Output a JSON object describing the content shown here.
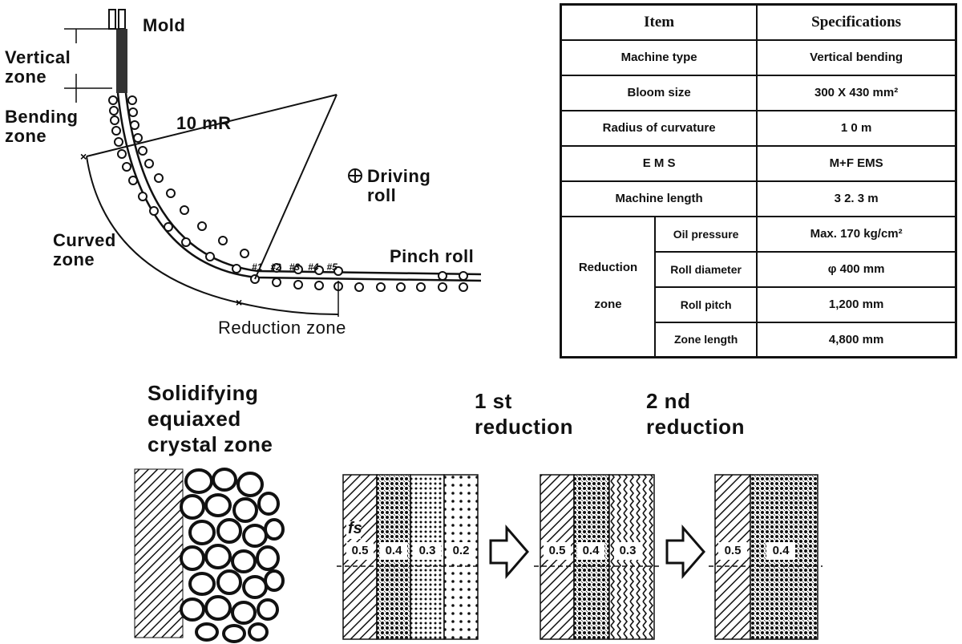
{
  "caster": {
    "mold_label": "Mold",
    "vertical_zone_label": "Vertical zone",
    "bending_zone_label": "Bending zone",
    "radius_label": "10 mR",
    "driving_roll_label": "Driving roll",
    "curved_zone_label": "Curved zone",
    "pinch_roll_label": "Pinch roll",
    "reduction_zone_label": "Reduction zone",
    "roll_numbers": [
      "#1",
      "#2",
      "#3",
      "#4",
      "#5"
    ]
  },
  "spec_table": {
    "headers": [
      "Item",
      "Specifications"
    ],
    "rows": [
      {
        "item": "Machine type",
        "spec": "Vertical bending"
      },
      {
        "item": "Bloom size",
        "spec": "300 X 430 mm²"
      },
      {
        "item": "Radius of curvature",
        "spec": "1 0 m"
      },
      {
        "item": "E M S",
        "spec": "M+F EMS"
      },
      {
        "item": "Machine length",
        "spec": "3 2. 3 m"
      }
    ],
    "reduction_group": "Reduction zone",
    "reduction_rows": [
      {
        "item": "Oil pressure",
        "spec": "Max. 170 kg/cm²"
      },
      {
        "item": "Roll diameter",
        "spec": "φ 400 mm"
      },
      {
        "item": "Roll pitch",
        "spec": "1,200 mm"
      },
      {
        "item": "Zone length",
        "spec": "4,800 mm"
      }
    ]
  },
  "solidification": {
    "equiaxed_label": "Solidifying equiaxed crystal zone",
    "first_reduction_label": "1 st reduction",
    "second_reduction_label": "2 nd reduction",
    "fs_label": "fs",
    "initial_fractions": [
      "0.5",
      "0.4",
      "0.3",
      "0.2"
    ],
    "after_first_fractions": [
      "0.5",
      "0.4",
      "0.3"
    ],
    "after_second_fractions": [
      "0.5",
      "0.4"
    ]
  }
}
